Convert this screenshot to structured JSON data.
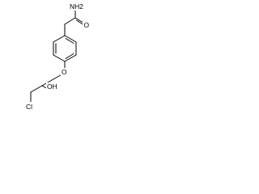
{
  "molecule": {
    "atoms": {
      "amide_nh2": "NH2",
      "carbonyl_o": "O",
      "ether_o": "O",
      "hydroxyl": "OH",
      "chlorine": "Cl"
    }
  },
  "colors": {
    "background": "#ffffff",
    "bond": "#000000",
    "text": "#000000"
  }
}
